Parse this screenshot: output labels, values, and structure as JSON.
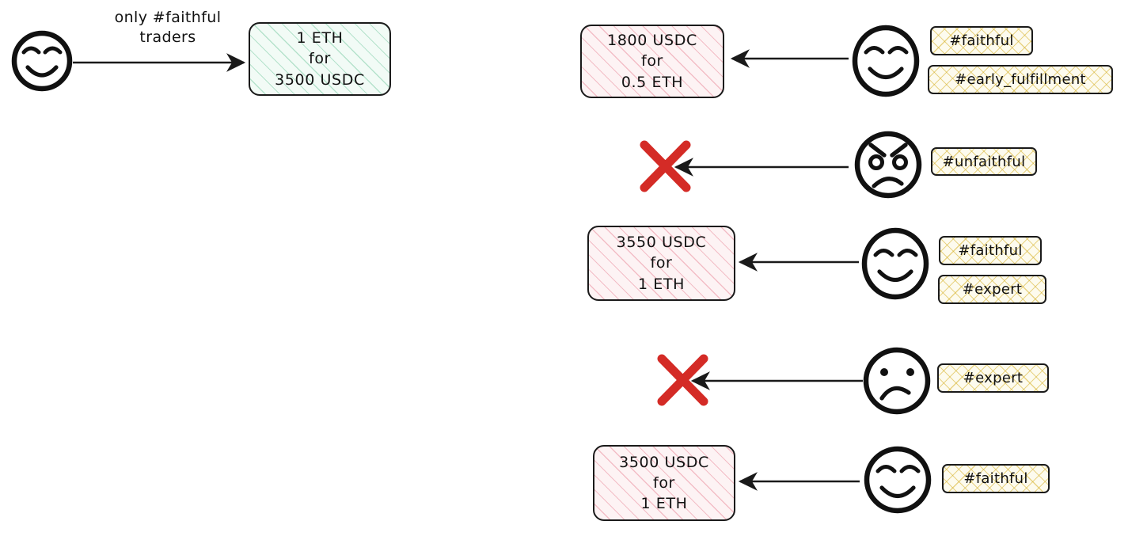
{
  "diagram": {
    "title": "Faithful trader offer matching diagram",
    "colors": {
      "ink": "#1a1a1a",
      "pink_hatch": "#e57387",
      "green_hatch": "#5abe8c",
      "tag_hatch": "#d6b22c",
      "reject_red": "#d42b26"
    },
    "request": {
      "label": "request-intent",
      "edge_label_line1": "only #faithful",
      "edge_label_line2": "traders",
      "requester_face": "smiling-face",
      "box": {
        "line1": "1 ETH",
        "line2": "for",
        "line3": "3500 USDC",
        "fill": "green"
      }
    },
    "offers": [
      {
        "id": "offer-1",
        "accepted": true,
        "box": {
          "line1": "1800 USDC",
          "line2": "for",
          "line3": "0.5 ETH",
          "fill": "pink"
        },
        "face": "smiling-face",
        "tags": [
          "#faithful",
          "#early_fulfillment"
        ]
      },
      {
        "id": "offer-2",
        "accepted": false,
        "reject_marker": "red-x",
        "face": "angry-face",
        "tags": [
          "#unfaithful"
        ]
      },
      {
        "id": "offer-3",
        "accepted": true,
        "box": {
          "line1": "3550 USDC",
          "line2": "for",
          "line3": "1 ETH",
          "fill": "pink"
        },
        "face": "smiling-face",
        "tags": [
          "#faithful",
          "#expert"
        ]
      },
      {
        "id": "offer-4",
        "accepted": false,
        "reject_marker": "red-x",
        "face": "sad-face",
        "tags": [
          "#expert"
        ]
      },
      {
        "id": "offer-5",
        "accepted": true,
        "box": {
          "line1": "3500 USDC",
          "line2": "for",
          "line3": "1 ETH",
          "fill": "pink"
        },
        "face": "smiling-face",
        "tags": [
          "#faithful"
        ]
      }
    ]
  }
}
